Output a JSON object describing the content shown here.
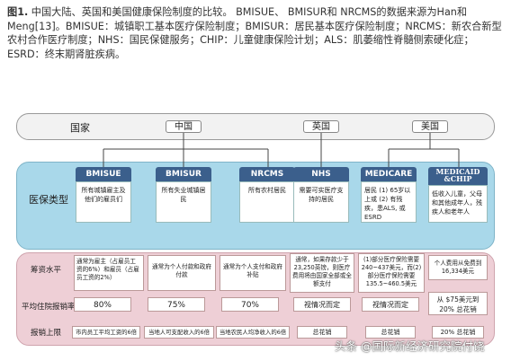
{
  "caption": {
    "fig_label": "图1.",
    "text": " 中国大陆、英国和美国健康保险制度的比较。 BMISUE、 BMISUR和 NRCMS的数据来源为Han和Meng[13]。BMISUE：城镇职工基本医疗保险制度；BMISUR：居民基本医疗保险制度；NRCMS：新农合新型农村合作医疗制度；NHS：国民保健服务；CHIP：儿童健康保险计划；ALS：肌萎缩性脊髓侧索硬化症；ESRD：终末期肾脏疾病。"
  },
  "rows": {
    "country": "国家",
    "type": "医保类型",
    "premium": "筹资水平",
    "reimburse": "平均住院报销率",
    "cap": "报销上限"
  },
  "countries": {
    "china": "中国",
    "uk": "英国",
    "us": "美国"
  },
  "types": [
    {
      "name": "BMISUE",
      "desc": "所有城镇雇主及他们的雇员们"
    },
    {
      "name": "BMISUR",
      "desc": "所有失业城镇居民"
    },
    {
      "name": "NRCMS",
      "desc": "所有农村居民"
    },
    {
      "name": "NHS",
      "desc": "需要可实医疗支持的居民"
    },
    {
      "name": "MEDICARE",
      "desc": "居民 (1) 65岁以上或 (2) 有残疾，患ALS, 或 ESRD"
    },
    {
      "name": "MEDICAID &CHIP",
      "desc": "低收入儿童，父母和其他成年人，残疾人和老年人"
    }
  ],
  "premium": [
    "通常为雇主（占雇员工资的6%）和雇员（占雇员工资的2%）",
    "通常为个人付款和政府付款",
    "通常为个人支付和政府补贴",
    "通常，如果存款少于23,250英镑，则医疗费用将由国家全部或全额支付",
    "(1)部分医疗保险需要240~437美元，而(2)部分医疗保险需要135.5~460.5美元",
    "个人费用从免费到 16,334美元"
  ],
  "reimburse": [
    "80%",
    "75%",
    "70%",
    "视情况而定",
    "视情况而定",
    "从 $75美元到20% 总花销"
  ],
  "cap": [
    "市内员工平均工资的6倍",
    "当地人可支配收入的6倍",
    "当地农民人均净收入的6倍",
    "总花销",
    "总花销",
    "20% 总花销"
  ],
  "watermark": "头条 @国际新经济研究院付饶",
  "colors": {
    "header_blue": "#3b5f8c",
    "type_band": "#a9d8ea",
    "finance_band": "#eecfd6",
    "country_band": "#f2f2f2"
  }
}
